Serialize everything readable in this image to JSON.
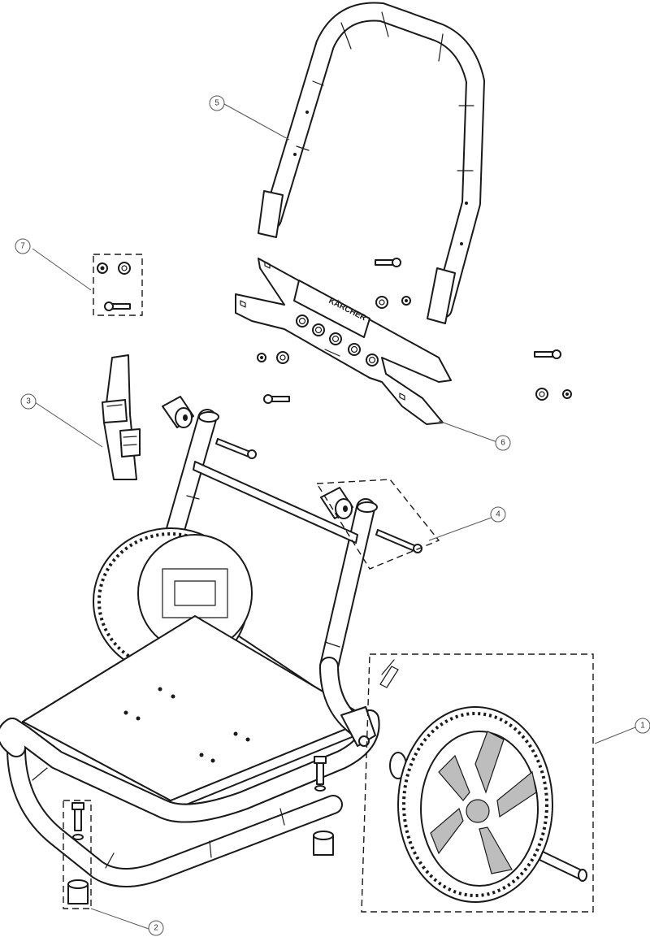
{
  "callouts": [
    {
      "id": "callout-1",
      "label": "1"
    },
    {
      "id": "callout-2",
      "label": "2"
    },
    {
      "id": "callout-3",
      "label": "3"
    },
    {
      "id": "callout-4",
      "label": "4"
    },
    {
      "id": "callout-5",
      "label": "5"
    },
    {
      "id": "callout-6",
      "label": "6"
    },
    {
      "id": "callout-7",
      "label": "7"
    }
  ],
  "brand_plate_text": "KÄRCHER",
  "colors": {
    "line": "#1a1a1a",
    "background": "#ffffff",
    "leader": "#555555"
  }
}
